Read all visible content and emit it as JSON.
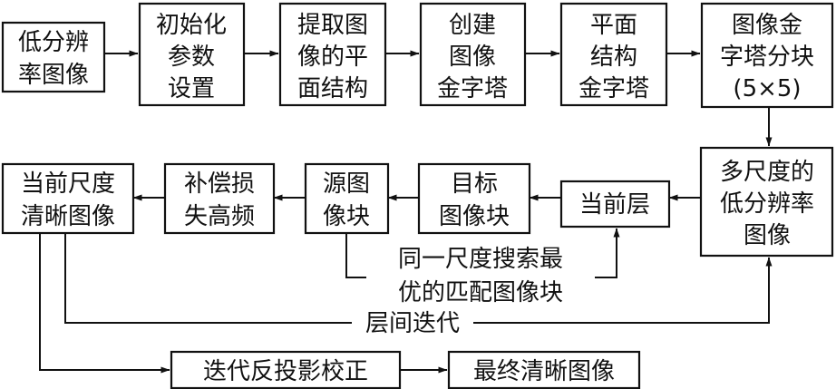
{
  "nodes": [
    {
      "id": "low-res-image",
      "lines": [
        "低分辨",
        "率图像"
      ]
    },
    {
      "id": "init-params",
      "lines": [
        "初始化",
        "参数",
        "设置"
      ]
    },
    {
      "id": "extract-planes",
      "lines": [
        "提取图",
        "像的平",
        "面结构"
      ]
    },
    {
      "id": "create-pyramid",
      "lines": [
        "创建",
        "图像",
        "金字塔"
      ]
    },
    {
      "id": "plane-pyramid",
      "lines": [
        "平面",
        "结构",
        "金字塔"
      ]
    },
    {
      "id": "pyramid-blocks",
      "lines": [
        "图像金",
        "字塔分块",
        "(5×5)"
      ]
    },
    {
      "id": "multiscale-low-res",
      "lines": [
        "多尺度的",
        "低分辨率",
        "图像"
      ]
    },
    {
      "id": "current-layer",
      "lines": [
        "当前层"
      ]
    },
    {
      "id": "target-block",
      "lines": [
        "目标",
        "图像块"
      ]
    },
    {
      "id": "source-block",
      "lines": [
        "源图",
        "像块"
      ]
    },
    {
      "id": "compensate-hf",
      "lines": [
        "补偿损",
        "失高频"
      ]
    },
    {
      "id": "current-scale-clear",
      "lines": [
        "当前尺度",
        "清晰图像"
      ]
    },
    {
      "id": "iterative-backprojection",
      "lines": [
        "迭代反投影校正"
      ]
    },
    {
      "id": "final-clear",
      "lines": [
        "最终清晰图像"
      ]
    }
  ],
  "edge_labels": {
    "same_scale_search": [
      "同一尺度搜索最",
      "优的匹配图像块"
    ],
    "inter_layer_iteration": "层间迭代"
  }
}
